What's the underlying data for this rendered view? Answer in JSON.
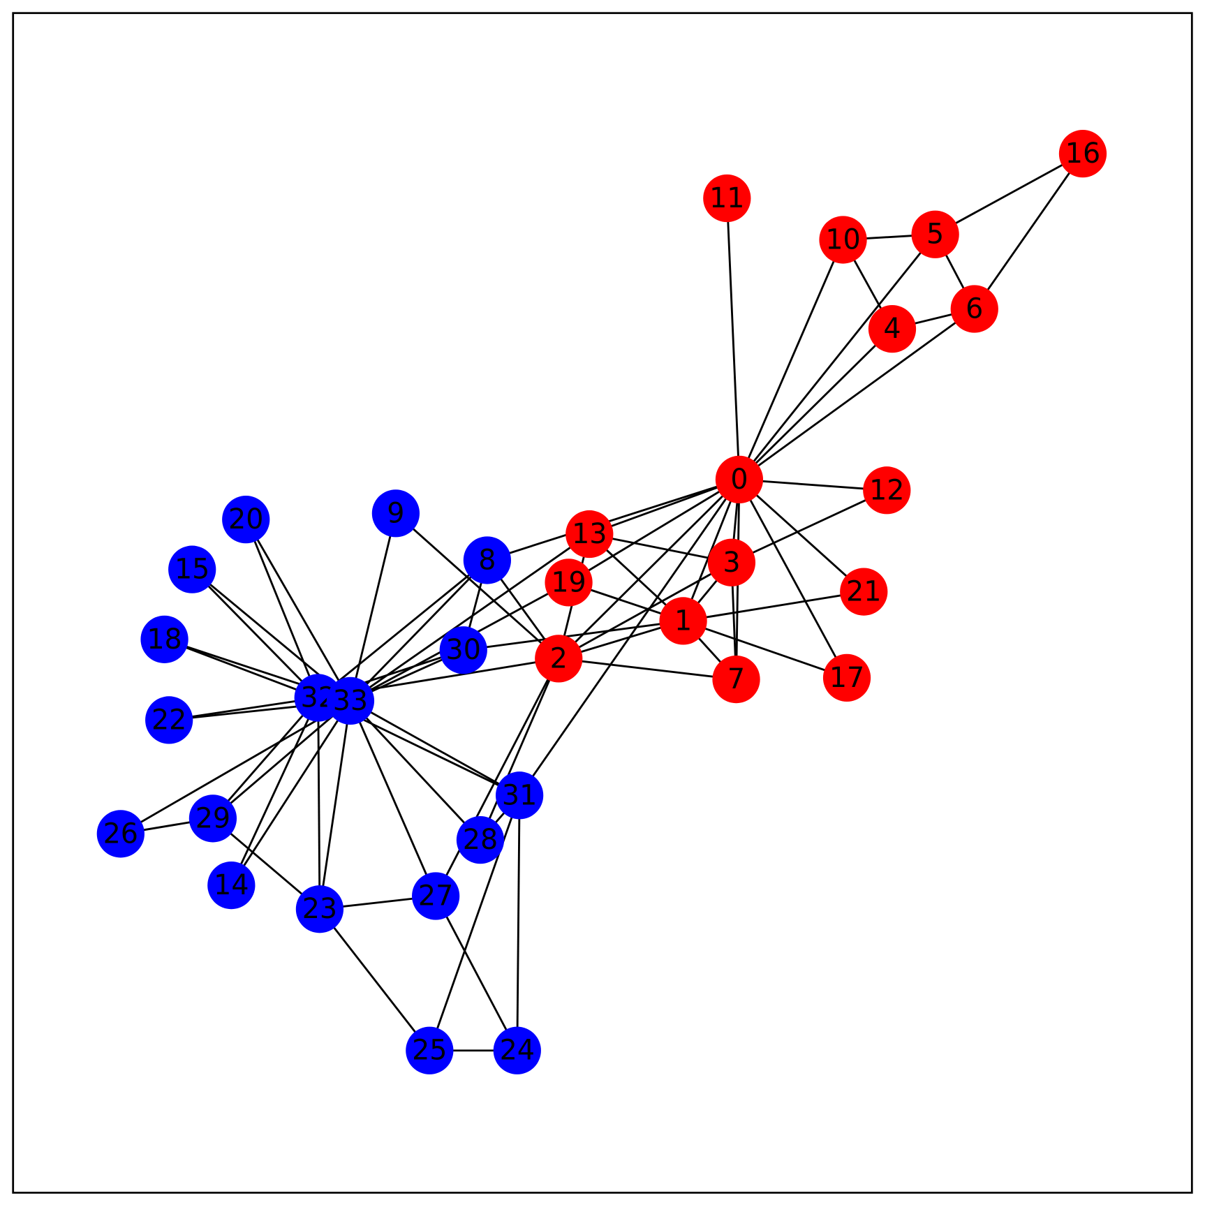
{
  "graph": {
    "colors": {
      "group_a": "#ff0000",
      "group_b": "#0000ff",
      "edge": "#000000"
    },
    "nodes": [
      {
        "id": "0",
        "group": "group_a"
      },
      {
        "id": "1",
        "group": "group_a"
      },
      {
        "id": "2",
        "group": "group_a"
      },
      {
        "id": "3",
        "group": "group_a"
      },
      {
        "id": "4",
        "group": "group_a"
      },
      {
        "id": "5",
        "group": "group_a"
      },
      {
        "id": "6",
        "group": "group_a"
      },
      {
        "id": "7",
        "group": "group_a"
      },
      {
        "id": "8",
        "group": "group_b"
      },
      {
        "id": "9",
        "group": "group_b"
      },
      {
        "id": "10",
        "group": "group_a"
      },
      {
        "id": "11",
        "group": "group_a"
      },
      {
        "id": "12",
        "group": "group_a"
      },
      {
        "id": "13",
        "group": "group_a"
      },
      {
        "id": "14",
        "group": "group_b"
      },
      {
        "id": "15",
        "group": "group_b"
      },
      {
        "id": "16",
        "group": "group_a"
      },
      {
        "id": "17",
        "group": "group_a"
      },
      {
        "id": "18",
        "group": "group_b"
      },
      {
        "id": "19",
        "group": "group_a"
      },
      {
        "id": "20",
        "group": "group_b"
      },
      {
        "id": "21",
        "group": "group_a"
      },
      {
        "id": "22",
        "group": "group_b"
      },
      {
        "id": "23",
        "group": "group_b"
      },
      {
        "id": "24",
        "group": "group_b"
      },
      {
        "id": "25",
        "group": "group_b"
      },
      {
        "id": "26",
        "group": "group_b"
      },
      {
        "id": "27",
        "group": "group_b"
      },
      {
        "id": "28",
        "group": "group_b"
      },
      {
        "id": "29",
        "group": "group_b"
      },
      {
        "id": "30",
        "group": "group_b"
      },
      {
        "id": "31",
        "group": "group_b"
      },
      {
        "id": "32",
        "group": "group_b"
      },
      {
        "id": "33",
        "group": "group_b"
      }
    ],
    "edges": [
      [
        0,
        1
      ],
      [
        0,
        2
      ],
      [
        0,
        3
      ],
      [
        0,
        4
      ],
      [
        0,
        5
      ],
      [
        0,
        6
      ],
      [
        0,
        7
      ],
      [
        0,
        8
      ],
      [
        0,
        10
      ],
      [
        0,
        11
      ],
      [
        0,
        12
      ],
      [
        0,
        13
      ],
      [
        0,
        17
      ],
      [
        0,
        19
      ],
      [
        0,
        21
      ],
      [
        0,
        31
      ],
      [
        1,
        2
      ],
      [
        1,
        3
      ],
      [
        1,
        7
      ],
      [
        1,
        13
      ],
      [
        1,
        17
      ],
      [
        1,
        19
      ],
      [
        1,
        21
      ],
      [
        1,
        30
      ],
      [
        2,
        3
      ],
      [
        2,
        7
      ],
      [
        2,
        8
      ],
      [
        2,
        9
      ],
      [
        2,
        13
      ],
      [
        2,
        27
      ],
      [
        2,
        28
      ],
      [
        2,
        32
      ],
      [
        3,
        7
      ],
      [
        3,
        12
      ],
      [
        3,
        13
      ],
      [
        4,
        6
      ],
      [
        4,
        10
      ],
      [
        5,
        6
      ],
      [
        5,
        10
      ],
      [
        5,
        16
      ],
      [
        6,
        16
      ],
      [
        8,
        30
      ],
      [
        8,
        32
      ],
      [
        8,
        33
      ],
      [
        9,
        33
      ],
      [
        13,
        33
      ],
      [
        14,
        32
      ],
      [
        14,
        33
      ],
      [
        15,
        32
      ],
      [
        15,
        33
      ],
      [
        18,
        32
      ],
      [
        18,
        33
      ],
      [
        19,
        33
      ],
      [
        20,
        32
      ],
      [
        20,
        33
      ],
      [
        22,
        32
      ],
      [
        22,
        33
      ],
      [
        23,
        25
      ],
      [
        23,
        27
      ],
      [
        23,
        29
      ],
      [
        23,
        32
      ],
      [
        23,
        33
      ],
      [
        24,
        25
      ],
      [
        24,
        27
      ],
      [
        24,
        31
      ],
      [
        25,
        31
      ],
      [
        26,
        29
      ],
      [
        26,
        33
      ],
      [
        27,
        33
      ],
      [
        28,
        31
      ],
      [
        28,
        33
      ],
      [
        29,
        32
      ],
      [
        29,
        33
      ],
      [
        30,
        32
      ],
      [
        30,
        33
      ],
      [
        31,
        32
      ],
      [
        31,
        33
      ],
      [
        32,
        33
      ]
    ]
  }
}
